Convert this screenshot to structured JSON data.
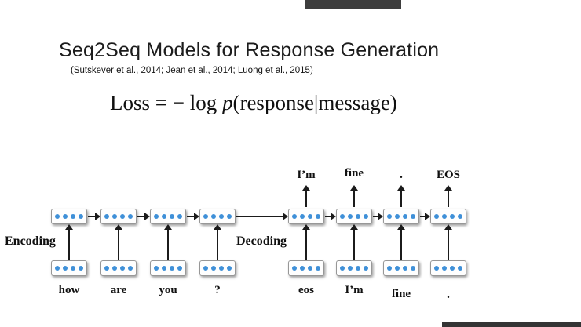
{
  "chrome": {
    "top_bar_color": "#3d3d3d",
    "bottom_bar_color": "#343434"
  },
  "slide": {
    "title": "Seq2Seq Models for Response Generation",
    "citation": "(Sutskever et al., 2014; Jean et al., 2014; Luong et al., 2015)",
    "formula": {
      "prefix": "Loss = − log ",
      "var": "p",
      "suffix": "(response|message)"
    }
  },
  "diagram": {
    "encoding_label": "Encoding",
    "decoding_label": "Decoding",
    "encoder_inputs": [
      "how",
      "are",
      "you",
      "?"
    ],
    "decoder_inputs": [
      "eos",
      "I’m",
      "fine",
      "."
    ],
    "decoder_outputs": [
      "I’m",
      "fine",
      ".",
      "EOS"
    ],
    "dots_per_box": 4,
    "dot_color": "#3f90d8"
  }
}
